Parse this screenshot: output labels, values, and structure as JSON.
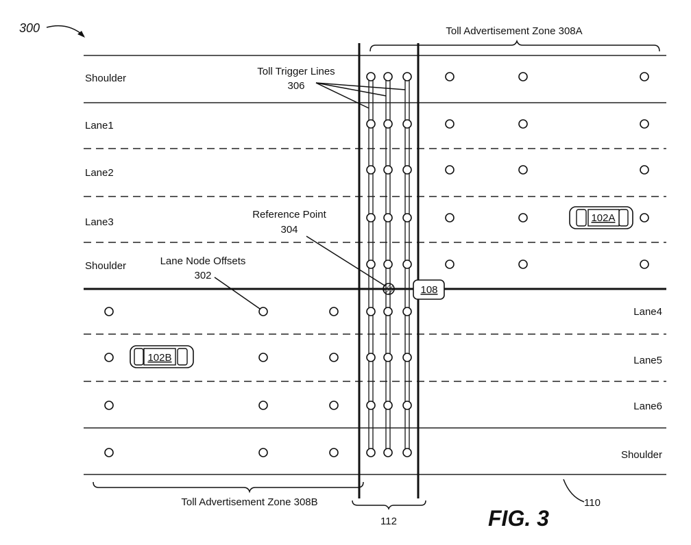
{
  "figure": {
    "number_label": "300",
    "caption": "FIG. 3",
    "labels": {
      "toll_trigger_lines_title": "Toll Trigger Lines",
      "toll_trigger_lines_ref": "306",
      "reference_point_title": "Reference Point",
      "reference_point_ref": "304",
      "lane_node_offsets_title": "Lane Node Offsets",
      "lane_node_offsets_ref": "302",
      "zone_a": "Toll Advertisement Zone 308A",
      "zone_b": "Toll Advertisement Zone 308B",
      "gantry_ref": "108",
      "zone_width_ref": "112",
      "road_ref": "110",
      "vehicle_a": "102A",
      "vehicle_b": "102B"
    },
    "lanes_upper": [
      "Shoulder",
      "Lane1",
      "Lane2",
      "Lane3",
      "Shoulder"
    ],
    "lanes_lower": [
      "Lane4",
      "Lane5",
      "Lane6",
      "Shoulder"
    ]
  }
}
